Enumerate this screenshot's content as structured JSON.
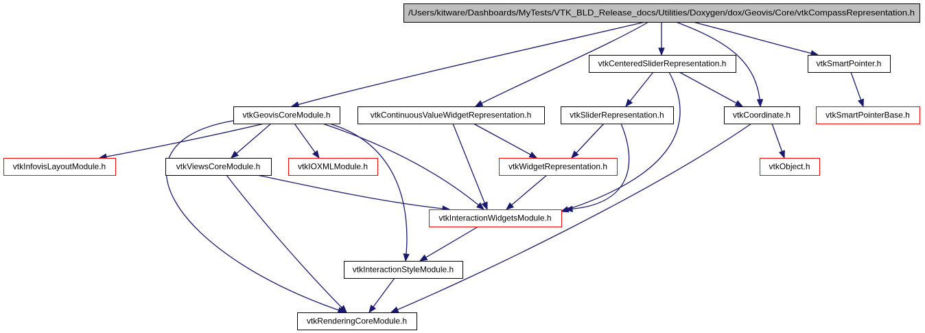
{
  "graph": {
    "nodes": [
      {
        "id": "root",
        "label": "/Users/kitware/Dashboards/MyTests/VTK_BLD_Release_docs/Utilities/Doxygen/dox/Geovis/Core/vtkCompassRepresentation.h",
        "style": "root"
      },
      {
        "id": "centered",
        "label": "vtkCenteredSliderRepresentation.h",
        "style": "black"
      },
      {
        "id": "smartptr",
        "label": "vtkSmartPointer.h",
        "style": "black"
      },
      {
        "id": "geoviscore",
        "label": "vtkGeovisCoreModule.h",
        "style": "black"
      },
      {
        "id": "contvalue",
        "label": "vtkContinuousValueWidgetRepresentation.h",
        "style": "black"
      },
      {
        "id": "sliderrep",
        "label": "vtkSliderRepresentation.h",
        "style": "black"
      },
      {
        "id": "coordinate",
        "label": "vtkCoordinate.h",
        "style": "black"
      },
      {
        "id": "smartptrbase",
        "label": "vtkSmartPointerBase.h",
        "style": "red"
      },
      {
        "id": "infovislayout",
        "label": "vtkInfovisLayoutModule.h",
        "style": "red"
      },
      {
        "id": "viewscore",
        "label": "vtkViewsCoreModule.h",
        "style": "black"
      },
      {
        "id": "ioxml",
        "label": "vtkIOXMLModule.h",
        "style": "red"
      },
      {
        "id": "widgetrep",
        "label": "vtkWidgetRepresentation.h",
        "style": "red"
      },
      {
        "id": "object",
        "label": "vtkObject.h",
        "style": "red"
      },
      {
        "id": "interwidgets",
        "label": "vtkInteractionWidgetsModule.h",
        "style": "red"
      },
      {
        "id": "interstyle",
        "label": "vtkInteractionStyleModule.h",
        "style": "black"
      },
      {
        "id": "renderingcore",
        "label": "vtkRenderingCoreModule.h",
        "style": "black"
      }
    ],
    "edges": [
      {
        "from": "root",
        "to": "geoviscore"
      },
      {
        "from": "root",
        "to": "contvalue"
      },
      {
        "from": "root",
        "to": "centered"
      },
      {
        "from": "root",
        "to": "coordinate"
      },
      {
        "from": "root",
        "to": "smartptr"
      },
      {
        "from": "centered",
        "to": "sliderrep"
      },
      {
        "from": "centered",
        "to": "coordinate"
      },
      {
        "from": "centered",
        "to": "interwidgets"
      },
      {
        "from": "smartptr",
        "to": "smartptrbase"
      },
      {
        "from": "geoviscore",
        "to": "infovislayout"
      },
      {
        "from": "geoviscore",
        "to": "viewscore"
      },
      {
        "from": "geoviscore",
        "to": "ioxml"
      },
      {
        "from": "geoviscore",
        "to": "interwidgets"
      },
      {
        "from": "geoviscore",
        "to": "interstyle"
      },
      {
        "from": "geoviscore",
        "to": "renderingcore"
      },
      {
        "from": "contvalue",
        "to": "widgetrep"
      },
      {
        "from": "contvalue",
        "to": "interwidgets"
      },
      {
        "from": "sliderrep",
        "to": "widgetrep"
      },
      {
        "from": "sliderrep",
        "to": "interwidgets"
      },
      {
        "from": "coordinate",
        "to": "object"
      },
      {
        "from": "coordinate",
        "to": "renderingcore"
      },
      {
        "from": "viewscore",
        "to": "interwidgets"
      },
      {
        "from": "viewscore",
        "to": "renderingcore"
      },
      {
        "from": "widgetrep",
        "to": "interwidgets"
      },
      {
        "from": "interwidgets",
        "to": "interstyle"
      },
      {
        "from": "interstyle",
        "to": "renderingcore"
      }
    ]
  }
}
